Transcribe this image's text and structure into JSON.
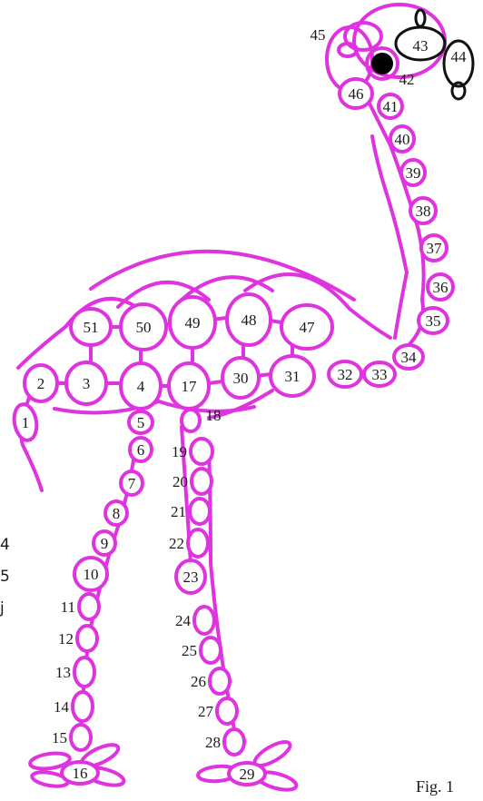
{
  "figure": {
    "caption": "Fig. 1",
    "stroke_color": "#e033e0",
    "accent_dark": "#111111",
    "eye": "eye-dot",
    "ring_labels": [
      "1",
      "2",
      "3",
      "4",
      "5",
      "6",
      "7",
      "8",
      "9",
      "10",
      "11",
      "12",
      "13",
      "14",
      "15",
      "16",
      "17",
      "18",
      "19",
      "20",
      "21",
      "22",
      "23",
      "24",
      "25",
      "26",
      "27",
      "28",
      "29",
      "30",
      "31",
      "32",
      "33",
      "34",
      "35",
      "36",
      "37",
      "38",
      "39",
      "40",
      "41",
      "42",
      "43",
      "44",
      "45",
      "46",
      "47",
      "48",
      "49",
      "50",
      "51"
    ]
  },
  "side_text": [
    "4",
    "5",
    "j"
  ]
}
